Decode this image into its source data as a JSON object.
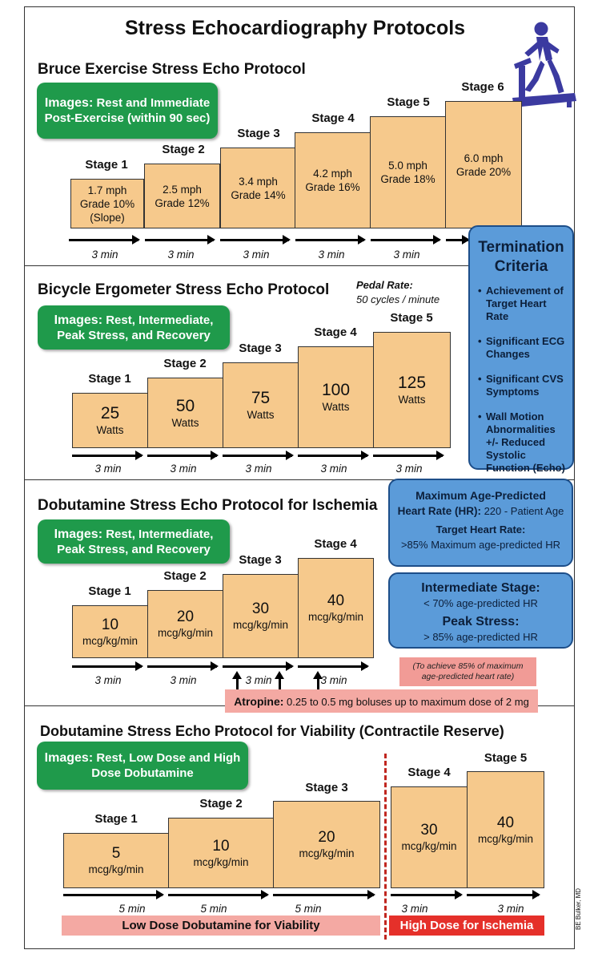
{
  "title": "Stress Echocardiography Protocols",
  "icons": {
    "treadmill": "treadmill-runner-icon"
  },
  "colors": {
    "stage_fill": "#f6c98c",
    "images_box": "#1f9a4b",
    "info_panel": "#5b9bd9",
    "pink": "#f4a9a3",
    "red": "#e5302a"
  },
  "bruce": {
    "title": "Bruce Exercise Stress Echo Protocol",
    "images_label": "Images:",
    "images_text": "Rest and Immediate Post-Exercise (within 90 sec)",
    "stages": [
      {
        "label": "Stage 1",
        "l1": "1.7 mph",
        "l2": "Grade 10%",
        "l3": "(Slope)",
        "duration": "3 min"
      },
      {
        "label": "Stage 2",
        "l1": "2.5 mph",
        "l2": "Grade 12%",
        "l3": "",
        "duration": "3 min"
      },
      {
        "label": "Stage 3",
        "l1": "3.4 mph",
        "l2": "Grade 14%",
        "l3": "",
        "duration": "3 min"
      },
      {
        "label": "Stage 4",
        "l1": "4.2 mph",
        "l2": "Grade 16%",
        "l3": "",
        "duration": "3 min"
      },
      {
        "label": "Stage 5",
        "l1": "5.0 mph",
        "l2": "Grade 18%",
        "l3": "",
        "duration": "3 min"
      },
      {
        "label": "Stage 6",
        "l1": "6.0 mph",
        "l2": "Grade 20%",
        "l3": "",
        "duration": ""
      }
    ]
  },
  "bicycle": {
    "title": "Bicycle Ergometer Stress Echo Protocol",
    "pedal_label": "Pedal Rate:",
    "pedal_value": "50 cycles / minute",
    "images_label": "Images:",
    "images_text": "Rest, Intermediate, Peak Stress, and Recovery",
    "stages": [
      {
        "label": "Stage 1",
        "value": "25",
        "unit": "Watts",
        "duration": "3 min"
      },
      {
        "label": "Stage 2",
        "value": "50",
        "unit": "Watts",
        "duration": "3 min"
      },
      {
        "label": "Stage 3",
        "value": "75",
        "unit": "Watts",
        "duration": "3 min"
      },
      {
        "label": "Stage 4",
        "value": "100",
        "unit": "Watts",
        "duration": "3 min"
      },
      {
        "label": "Stage 5",
        "value": "125",
        "unit": "Watts",
        "duration": "3 min"
      }
    ]
  },
  "termination": {
    "title_l1": "Termination",
    "title_l2": "Criteria",
    "items": [
      "Achievement of Target Heart Rate",
      "Significant ECG Changes",
      "Significant CVS Symptoms",
      "Wall Motion Abnormalities +/- Reduced Systolic Function (Echo)"
    ]
  },
  "heart_rate": {
    "max_title": "Maximum Age-Predicted",
    "max_label": "Heart Rate (HR):",
    "max_formula": "220 - Patient Age",
    "target_title": "Target Heart Rate:",
    "target_value": ">85% Maximum age-predicted HR"
  },
  "stage_targets": {
    "intermediate_title": "Intermediate Stage:",
    "intermediate_value": "< 70% age-predicted HR",
    "peak_title": "Peak Stress:",
    "peak_value": "> 85% age-predicted HR"
  },
  "ischemia": {
    "title": "Dobutamine Stress Echo Protocol  for Ischemia",
    "images_label": "Images:",
    "images_text": "Rest, Intermediate, Peak Stress, and Recovery",
    "stages": [
      {
        "label": "Stage 1",
        "value": "10",
        "unit": "mcg/kg/min",
        "duration": "3 min"
      },
      {
        "label": "Stage 2",
        "value": "20",
        "unit": "mcg/kg/min",
        "duration": "3 min"
      },
      {
        "label": "Stage 3",
        "value": "30",
        "unit": "mcg/kg/min",
        "duration": "3 min"
      },
      {
        "label": "Stage 4",
        "value": "40",
        "unit": "mcg/kg/min",
        "duration": "3 min"
      }
    ],
    "note": "(To achieve 85% of maximum age-predicted heart rate)",
    "atropine_label": "Atropine:",
    "atropine_text": "0.25 to 0.5 mg boluses up to maximum dose of 2 mg"
  },
  "viability": {
    "title": "Dobutamine Stress Echo Protocol for Viability (Contractile Reserve)",
    "images_label": "Images:",
    "images_text": "Rest, Low Dose and High Dose Dobutamine",
    "stages": [
      {
        "label": "Stage 1",
        "value": "5",
        "unit": "mcg/kg/min",
        "duration": "5 min"
      },
      {
        "label": "Stage 2",
        "value": "10",
        "unit": "mcg/kg/min",
        "duration": "5 min"
      },
      {
        "label": "Stage 3",
        "value": "20",
        "unit": "mcg/kg/min",
        "duration": "5 min"
      },
      {
        "label": "Stage 4",
        "value": "30",
        "unit": "mcg/kg/min",
        "duration": "3 min"
      },
      {
        "label": "Stage 5",
        "value": "40",
        "unit": "mcg/kg/min",
        "duration": "3 min"
      }
    ],
    "low_dose_label": "Low Dose Dobutamine for Viability",
    "high_dose_label": "High Dose for Ischemia"
  },
  "credit": "BE Bulker, MD"
}
